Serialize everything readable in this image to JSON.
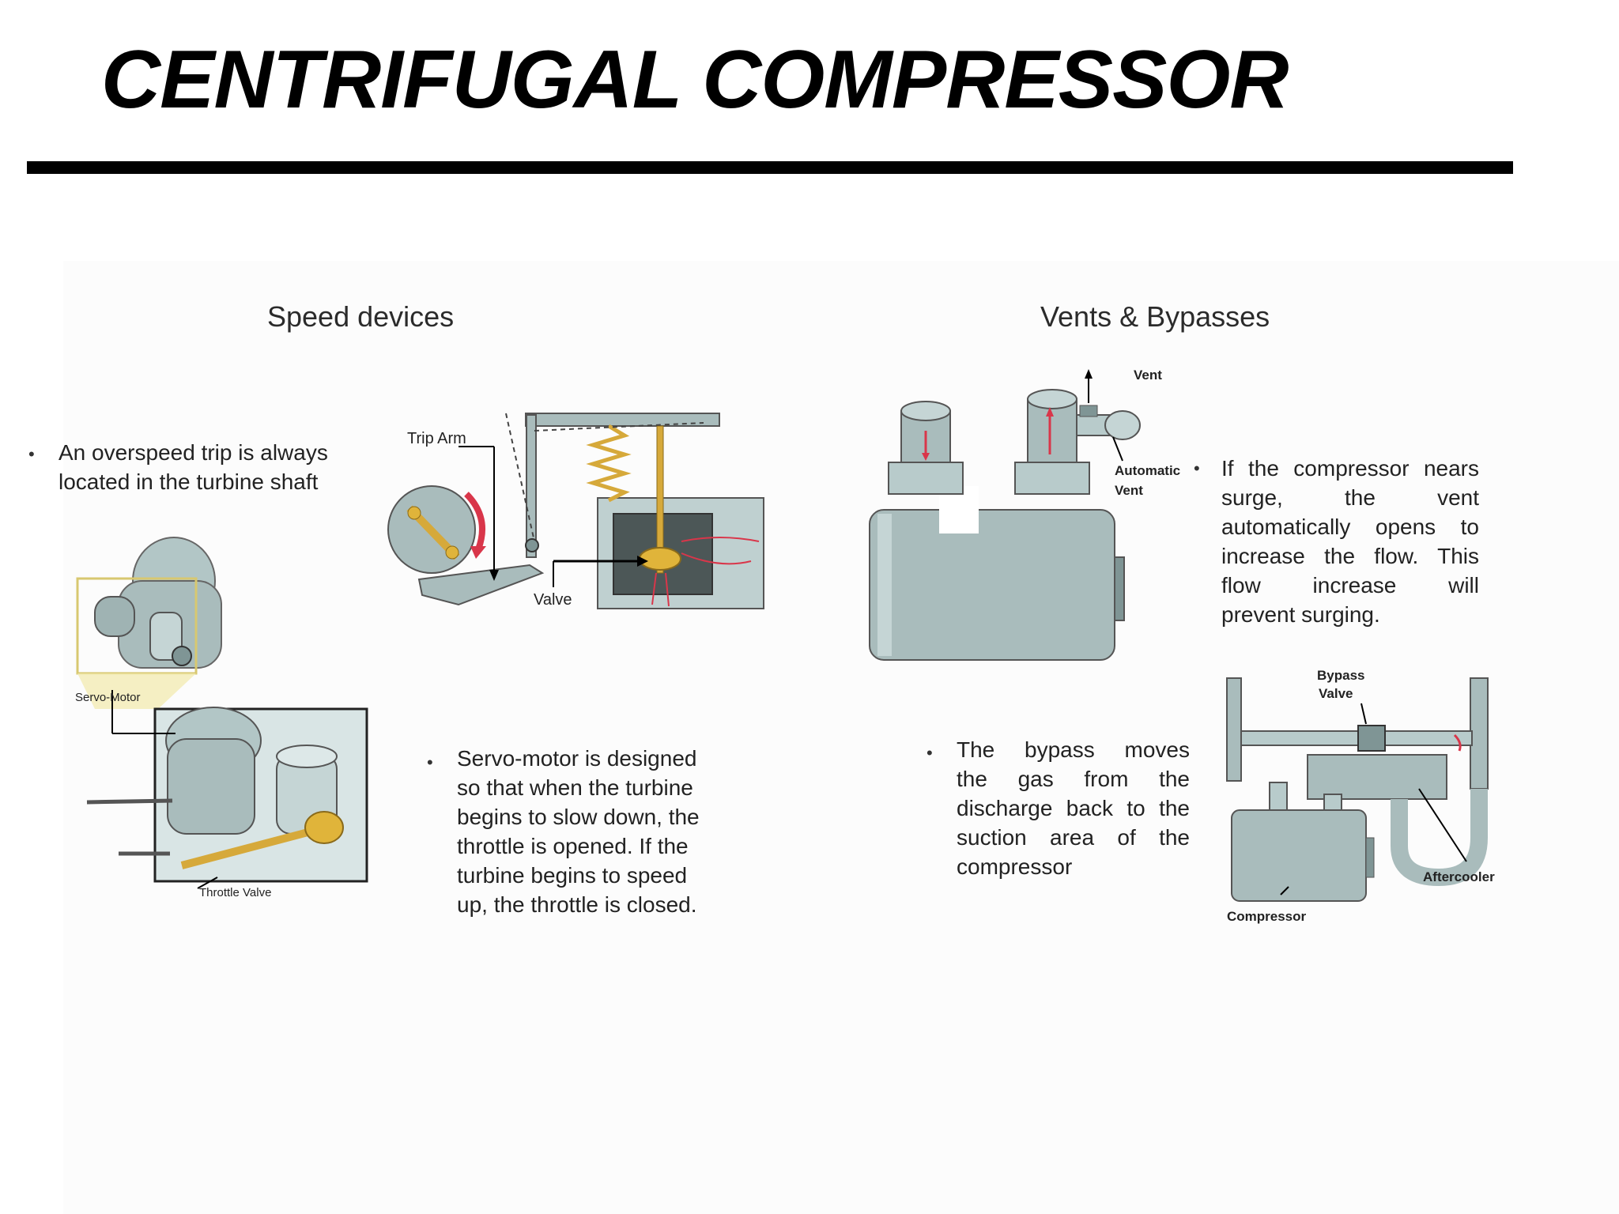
{
  "slide": {
    "title": "CENTRIFUGAL COMPRESSOR"
  },
  "left": {
    "heading": "Speed devices",
    "bullet1": [
      "An overspeed trip is always",
      "located in the turbine shaft"
    ],
    "bullet2": [
      "Servo-motor is designed",
      "so that when the turbine",
      "begins to slow down, the",
      "throttle is opened.  If the",
      "turbine begins to speed",
      "up, the throttle is closed."
    ],
    "labels": {
      "trip_arm": "Trip Arm",
      "valve": "Valve",
      "servo_motor": "Servo-Motor",
      "throttle_valve": "Throttle Valve"
    }
  },
  "right": {
    "heading": "Vents & Bypasses",
    "vent_text": [
      "If the compressor nears",
      "surge, the vent",
      "automatically opens to",
      "increase the flow.  This",
      "flow increase will",
      "prevent surging."
    ],
    "bypass_bullet": [
      "The bypass moves",
      "the gas from the",
      "discharge back to the",
      "suction area of the",
      "compressor"
    ],
    "labels": {
      "vent": "Vent",
      "automatic": "Automatic",
      "automatic_vent": "Vent",
      "bypass": "Bypass",
      "bypass_valve": "Valve",
      "aftercooler": "Aftercooler",
      "compressor": "Compressor"
    }
  },
  "colors": {
    "steel": "#a9bcbc",
    "steel_dark": "#7f9595",
    "gold": "#e0b43a",
    "flow_red": "#d9364a"
  }
}
